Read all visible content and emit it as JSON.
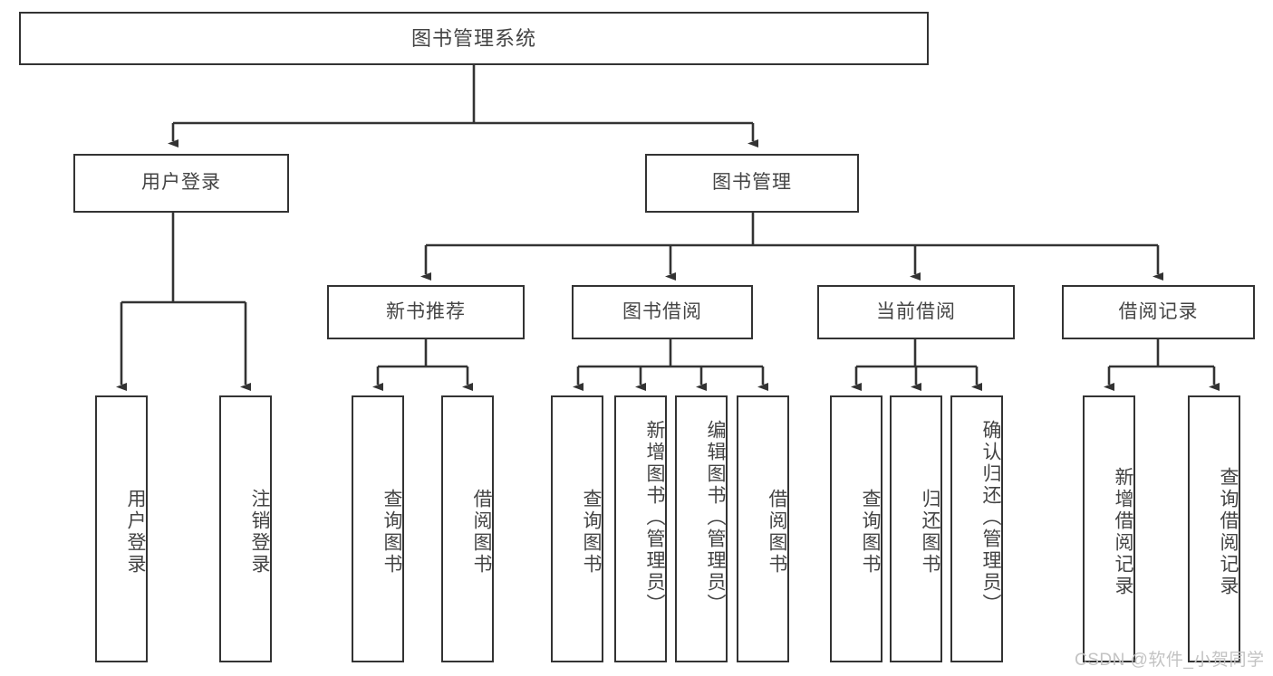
{
  "diagram": {
    "title": "图书管理系统",
    "type": "functional-structure-tree",
    "line_color": "#333333",
    "text_color": "#444444",
    "background": "#ffffff",
    "root": {
      "label": "图书管理系统"
    },
    "level2": [
      {
        "id": "user-login",
        "label": "用户登录"
      },
      {
        "id": "book-management",
        "label": "图书管理"
      }
    ],
    "level3": [
      {
        "id": "new-book-recommend",
        "label": "新书推荐"
      },
      {
        "id": "book-borrow",
        "label": "图书借阅"
      },
      {
        "id": "current-borrow",
        "label": "当前借阅"
      },
      {
        "id": "borrow-record",
        "label": "借阅记录"
      }
    ],
    "leaves": {
      "user_login": [
        {
          "id": "user-login-leaf",
          "label": "用户登录"
        },
        {
          "id": "user-logout-leaf",
          "label": "注销登录"
        }
      ],
      "new_book_recommend": [
        {
          "id": "query-book-1",
          "label": "查询图书"
        },
        {
          "id": "borrow-book-1",
          "label": "借阅图书"
        }
      ],
      "book_borrow": [
        {
          "id": "query-book-2",
          "label": "查询图书"
        },
        {
          "id": "add-book",
          "label": "新增图书（管理员）"
        },
        {
          "id": "edit-book",
          "label": "编辑图书（管理员）"
        },
        {
          "id": "borrow-book-2",
          "label": "借阅图书"
        }
      ],
      "current_borrow": [
        {
          "id": "query-book-3",
          "label": "查询图书"
        },
        {
          "id": "return-book",
          "label": "归还图书"
        },
        {
          "id": "confirm-return",
          "label": "确认归还（管理员）"
        }
      ],
      "borrow_record": [
        {
          "id": "add-borrow-record",
          "label": "新增借阅记录"
        },
        {
          "id": "query-borrow-record",
          "label": "查询借阅记录"
        }
      ]
    },
    "watermark": "CSDN @软件_小贺同学"
  }
}
